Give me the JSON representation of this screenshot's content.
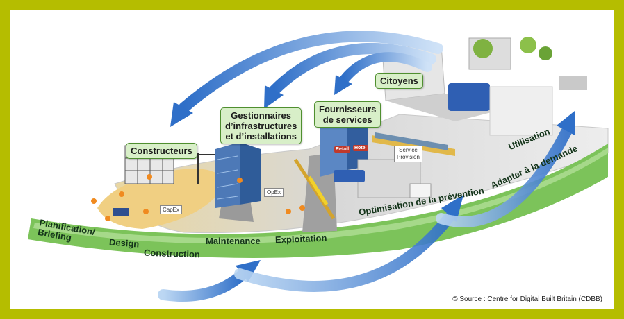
{
  "stakeholders": {
    "constructeurs": "Constructeurs",
    "gestionnaires": "Gestionnaires\nd’infrastructures\net d’installations",
    "fournisseurs": "Fournisseurs\nde services",
    "citoyens": "Citoyens"
  },
  "phases": {
    "planification": "Planification/\nBriefing",
    "design": "Design",
    "construction": "Construction",
    "maintenance": "Maintenance",
    "exploitation": "Exploitation",
    "optimisation": "Optimisation de la prévention",
    "adapter": "Adapter à la demande",
    "utilisation": "Utilisation"
  },
  "tags": {
    "capex": "CapEx",
    "opex": "OpEx",
    "service": "Service\nProvision",
    "retail": "Retail",
    "hotel": "Hotel"
  },
  "colors": {
    "border": "#b5bd00",
    "band_green": "#7cc35a",
    "label_fill": "#d8efc8",
    "arrow_blue": "#3f7fd0"
  },
  "source": "© Source : Centre for Digital Built Britain (CDBB)"
}
